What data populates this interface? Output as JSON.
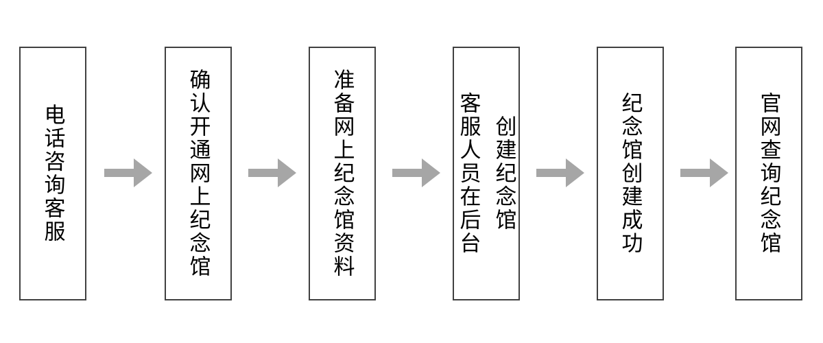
{
  "flowchart": {
    "steps": [
      {
        "lines": [
          "电话咨询客服"
        ]
      },
      {
        "lines": [
          "确认开通网上纪念馆"
        ]
      },
      {
        "lines": [
          "准备网上纪念馆资料"
        ]
      },
      {
        "lines": [
          "客服人员在后台",
          "创建纪念馆"
        ]
      },
      {
        "lines": [
          "纪念馆创建成功"
        ]
      },
      {
        "lines": [
          "官网查询纪念馆"
        ]
      }
    ],
    "colors": {
      "background": "#ffffff",
      "box-fill": "#ffffff",
      "box-border": "#404040",
      "text": "#000000",
      "arrow": "#a6a6a6"
    }
  }
}
